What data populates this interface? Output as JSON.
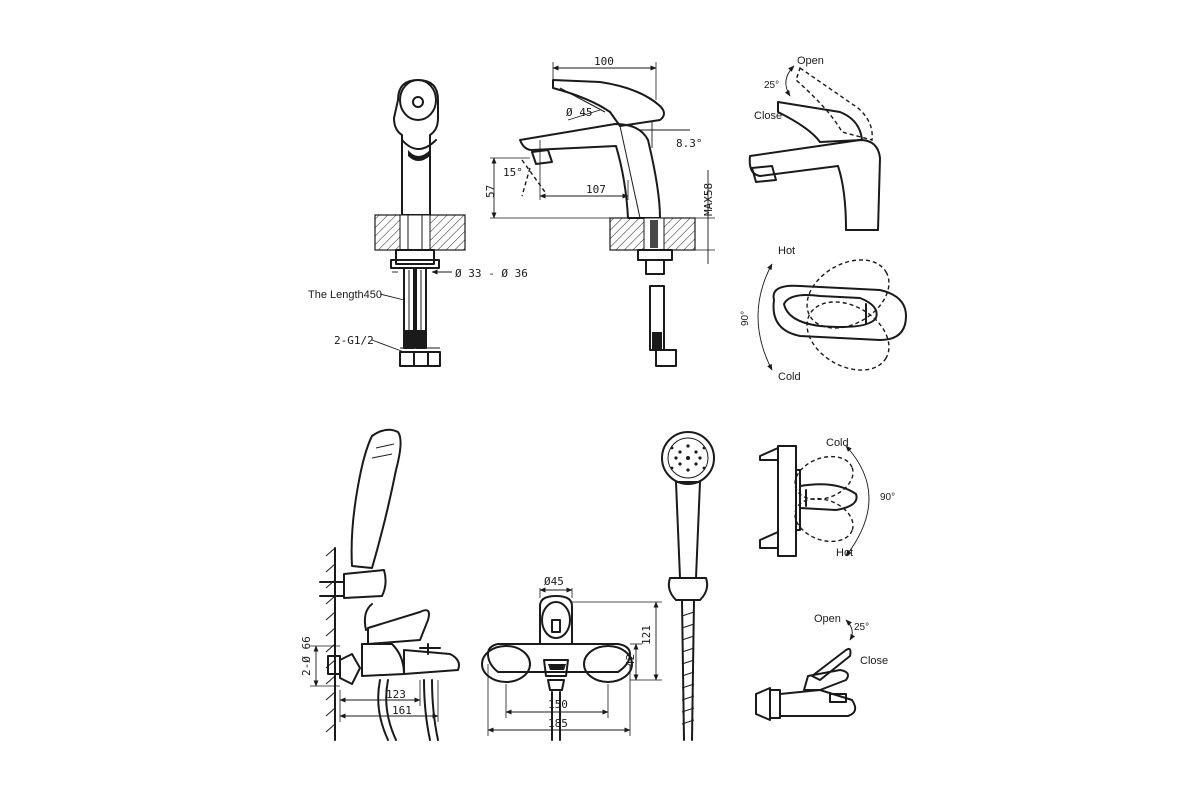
{
  "top_left": {
    "length_label": "The Length450",
    "thread_label": "2-G1/2",
    "hole_dim": "Ø 33 - Ø 36"
  },
  "top_middle": {
    "spout_width": "100",
    "handle_dia": "Ø 45",
    "tilt_angle": "8.3°",
    "aerator_angle": "15°",
    "spout_reach": "107",
    "spout_height": "57",
    "max_thickness": "MAX58"
  },
  "top_right_side": {
    "open_label": "Open",
    "close_label": "Close",
    "lever_angle": "25°"
  },
  "top_right_plan": {
    "hot_label": "Hot",
    "cold_label": "Cold",
    "rotation_angle": "90°"
  },
  "bottom_left": {
    "pipe_dia": "2-Ø 66",
    "dim_123": "123",
    "dim_161": "161"
  },
  "bottom_middle": {
    "handle_dia": "Ø45",
    "height_121": "121",
    "height_42": "42",
    "width_150": "150",
    "width_185": "185"
  },
  "bottom_right_plan": {
    "cold_label": "Cold",
    "hot_label": "Hot",
    "rotation_angle": "90°"
  },
  "bottom_right_side": {
    "open_label": "Open",
    "close_label": "Close",
    "lever_angle": "25°"
  },
  "colors": {
    "line": "#1a1a1a",
    "background": "#ffffff"
  }
}
